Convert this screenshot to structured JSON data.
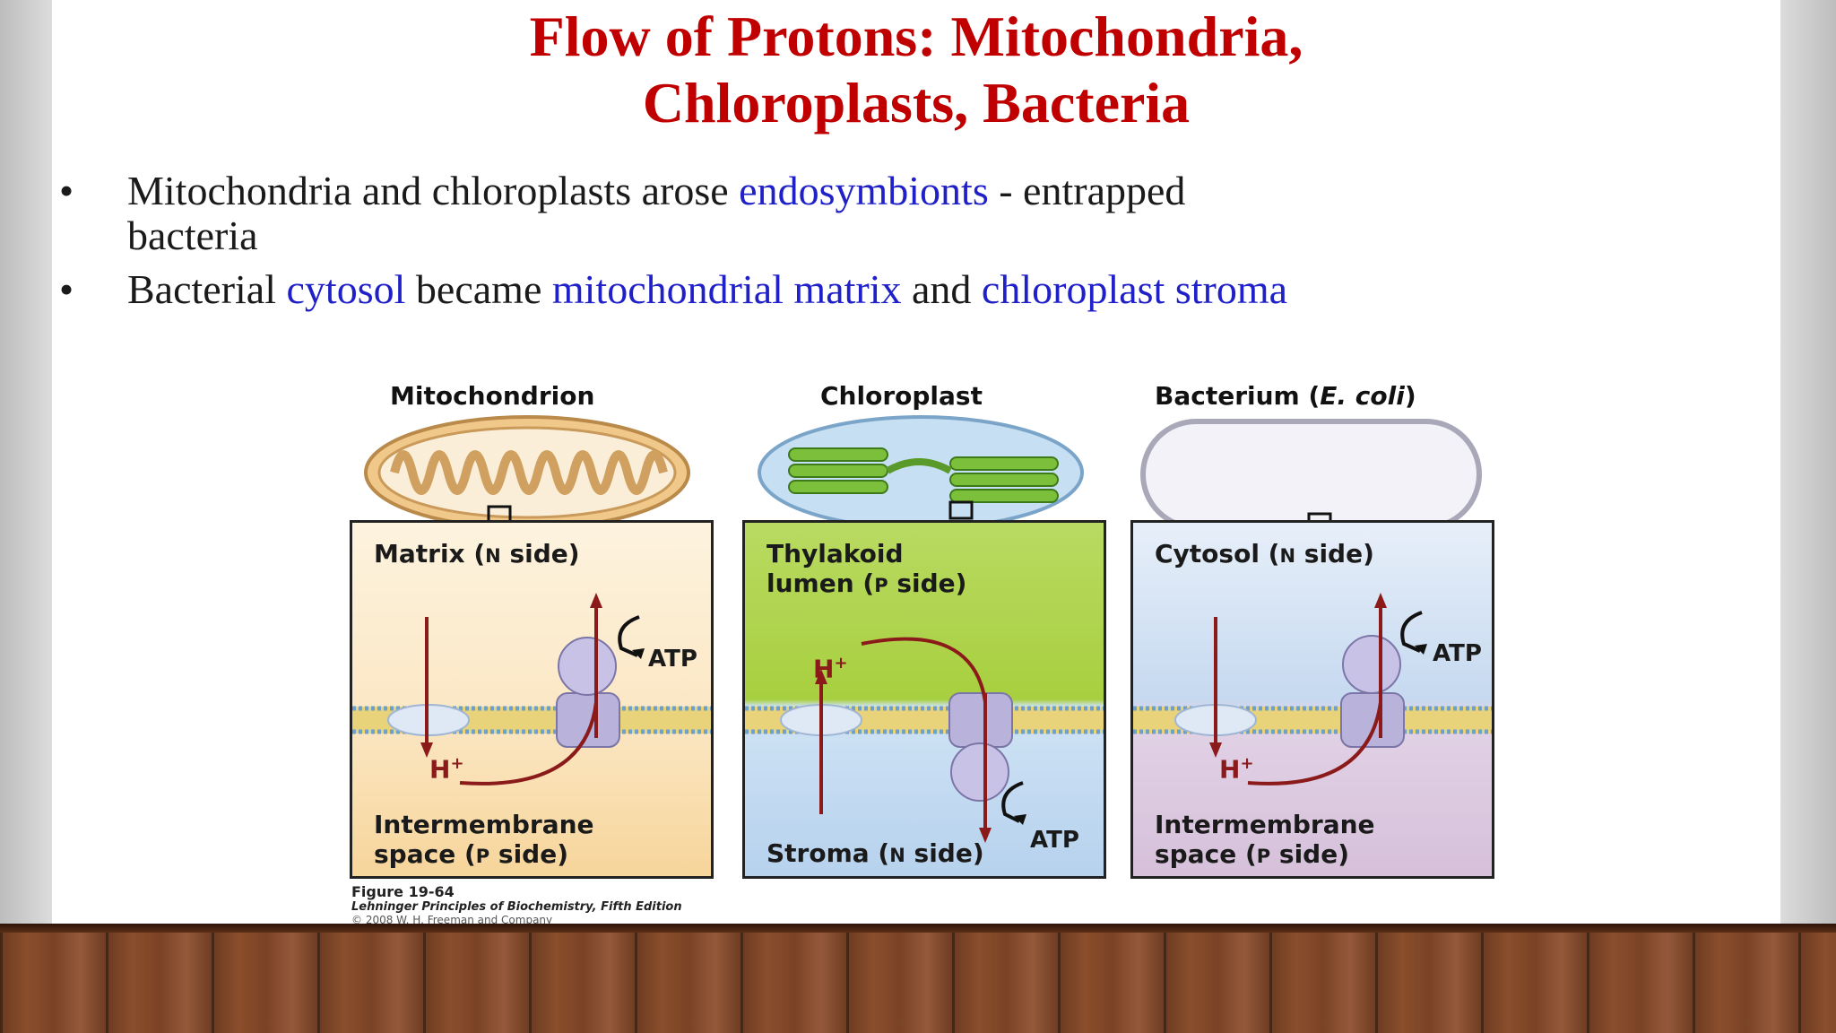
{
  "title": {
    "line1": "Flow of Protons: Mitochondria,",
    "line2": "Chloroplasts, Bacteria"
  },
  "bullets": [
    {
      "marker": "•",
      "part1": "Mitochondria and chloroplasts arose ",
      "highlight1": "endosymbionts",
      "part2": " - entrapped",
      "line2": "bacteria"
    },
    {
      "marker": "•",
      "part1": "Bacterial ",
      "highlight1": "cytosol",
      "part2": " became ",
      "highlight2": "mitochondrial matrix",
      "part3": " and ",
      "highlight3": "chloroplast stroma"
    }
  ],
  "figure": {
    "panels": [
      {
        "title": "Mitochondrion",
        "top_label": "Matrix (",
        "top_label_side": "N",
        "top_label_end": " side)",
        "bottom_label_line1": "Intermembrane",
        "bottom_label_line2a": "space (",
        "bottom_label_side": "P",
        "bottom_label_line2b": " side)",
        "proton": "H",
        "proton_charge": "+",
        "atp": "ATP"
      },
      {
        "title": "Chloroplast",
        "top_label_line1": "Thylakoid",
        "top_label_line2a": "lumen (",
        "top_label_side": "P",
        "top_label_line2b": " side)",
        "bottom_label": "Stroma (",
        "bottom_label_side": "N",
        "bottom_label_end": " side)",
        "proton": "H",
        "proton_charge": "+",
        "atp": "ATP"
      },
      {
        "title_main": "Bacterium (",
        "title_italic": "E. coli",
        "title_end": ")",
        "top_label": "Cytosol (",
        "top_label_side": "N",
        "top_label_end": " side)",
        "bottom_label_line1": "Intermembrane",
        "bottom_label_line2a": "space (",
        "bottom_label_side": "P",
        "bottom_label_line2b": " side)",
        "proton": "H",
        "proton_charge": "+",
        "atp": "ATP"
      }
    ],
    "caption": {
      "figure_number": "Figure 19-64",
      "source": "Lehninger Principles of Biochemistry, Fifth Edition",
      "copyright": "© 2008 W. H. Freeman and Company"
    }
  },
  "colors": {
    "title": "#c00000",
    "highlight": "#2020c8",
    "arrow": "#8b1a1a",
    "protein": "#b9b3dc"
  }
}
